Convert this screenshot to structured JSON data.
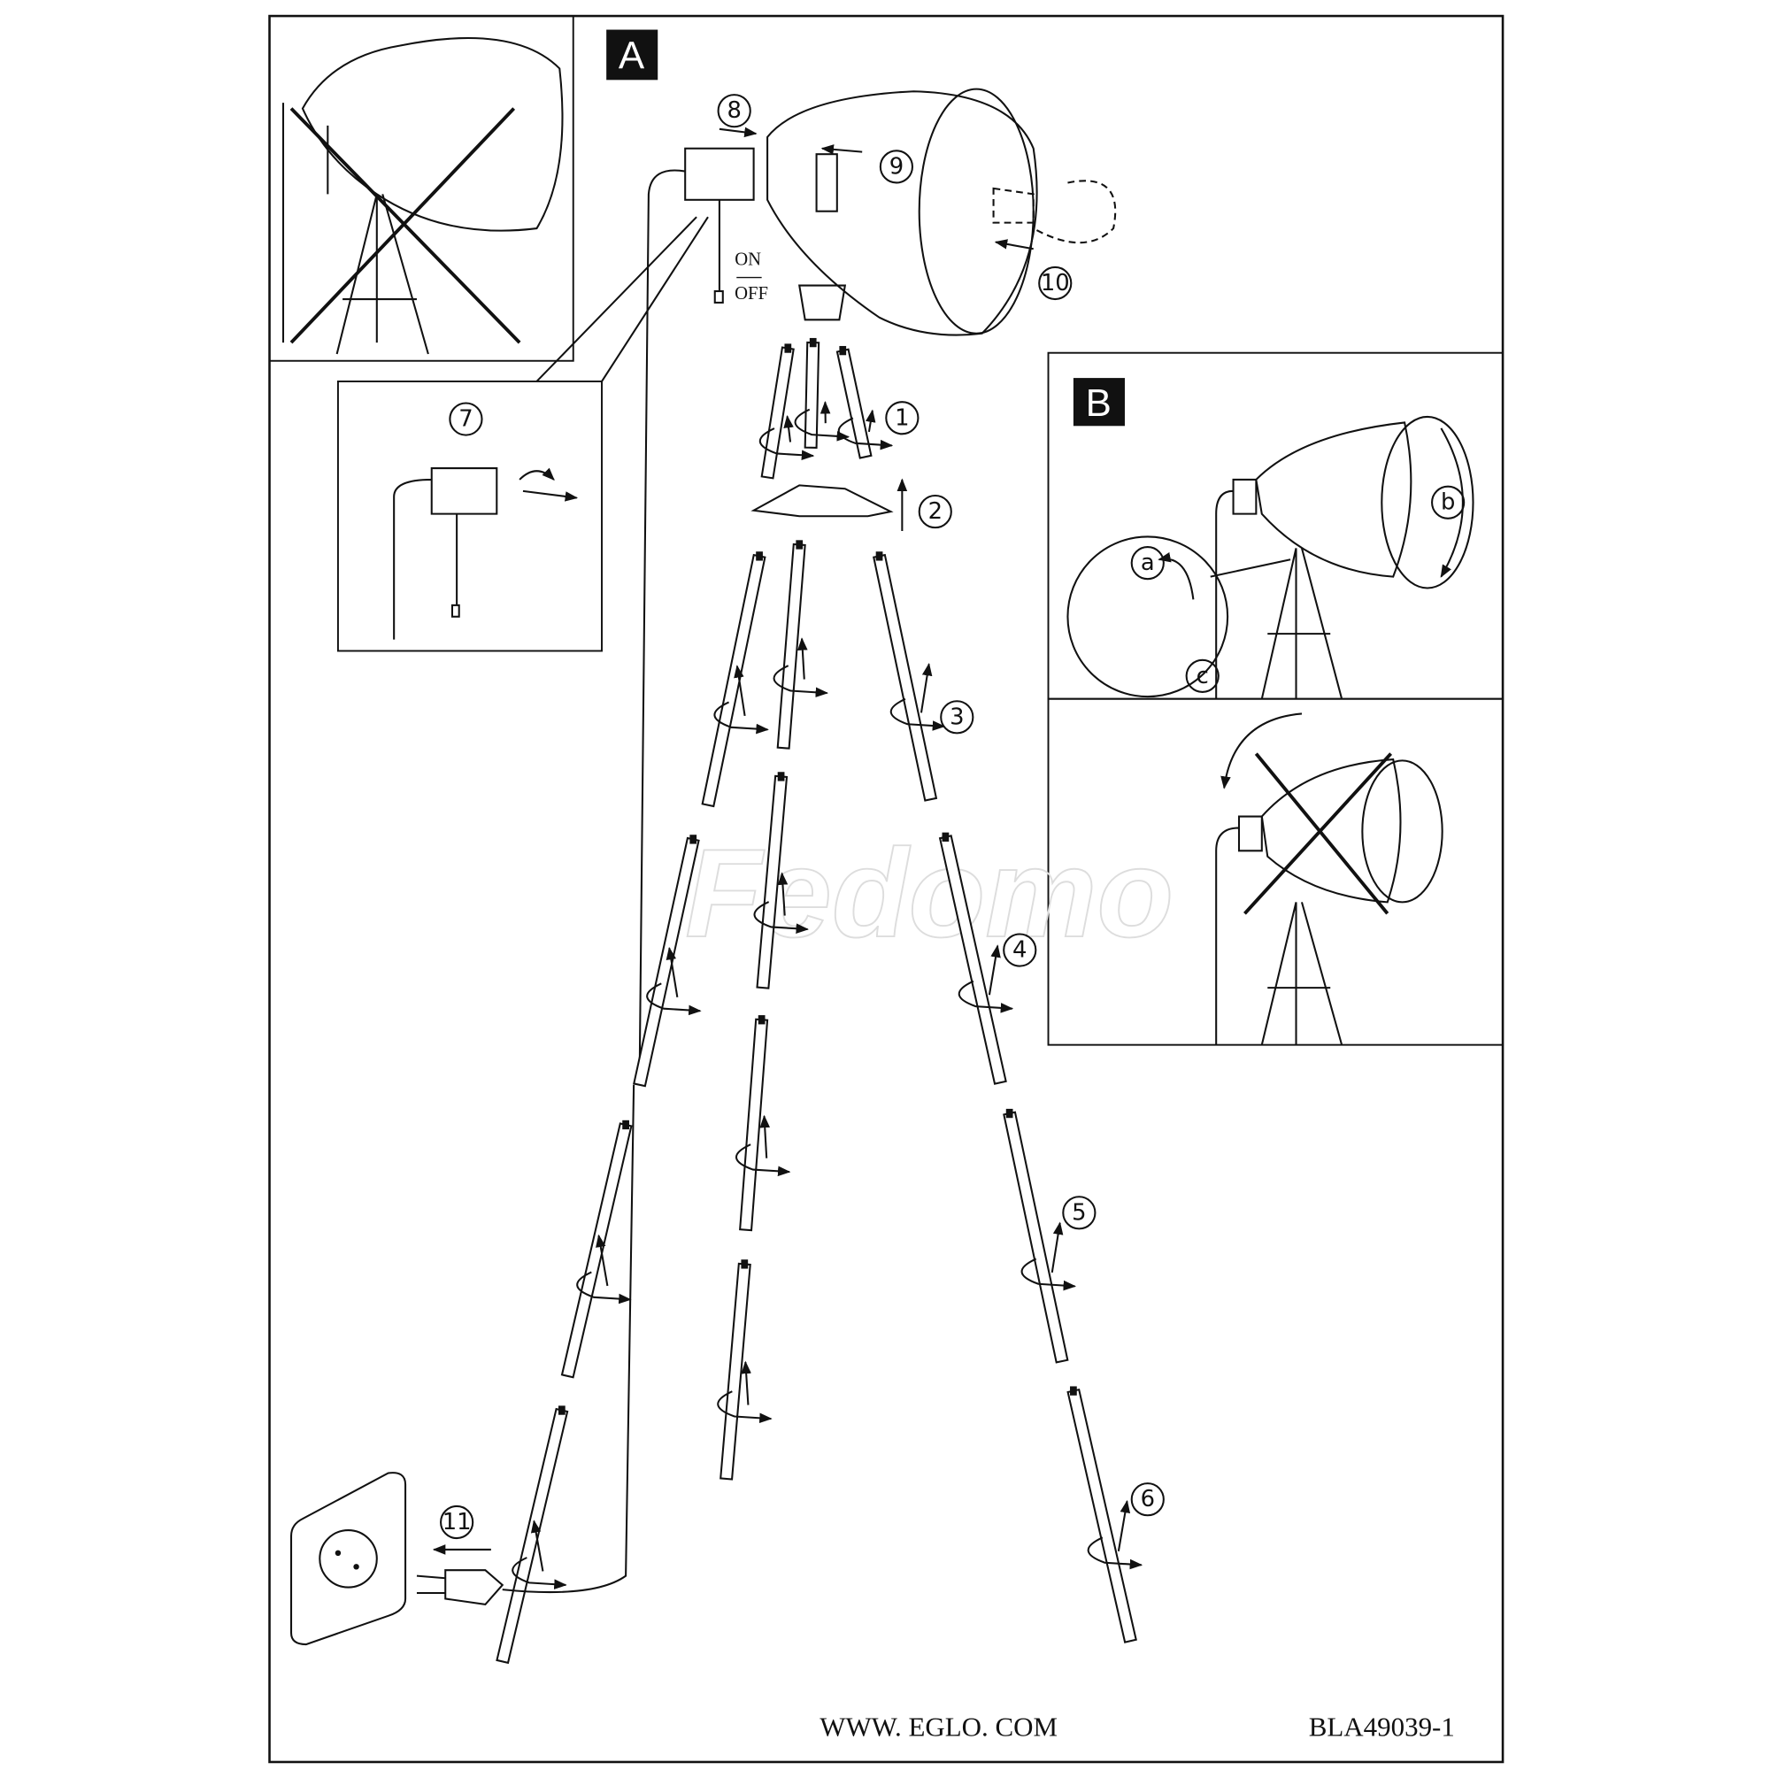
{
  "section_labels": {
    "a": "A",
    "b": "B"
  },
  "steps": [
    "1",
    "2",
    "3",
    "4",
    "5",
    "6",
    "7",
    "8",
    "9",
    "10",
    "11"
  ],
  "detail_letters": {
    "a": "a",
    "b": "b",
    "c": "c"
  },
  "switch": {
    "on": "ON",
    "off": "OFF"
  },
  "watermark": "Fedomo",
  "footer": {
    "website": "WWW. EGLO. COM",
    "code": "BLA49039-1"
  }
}
